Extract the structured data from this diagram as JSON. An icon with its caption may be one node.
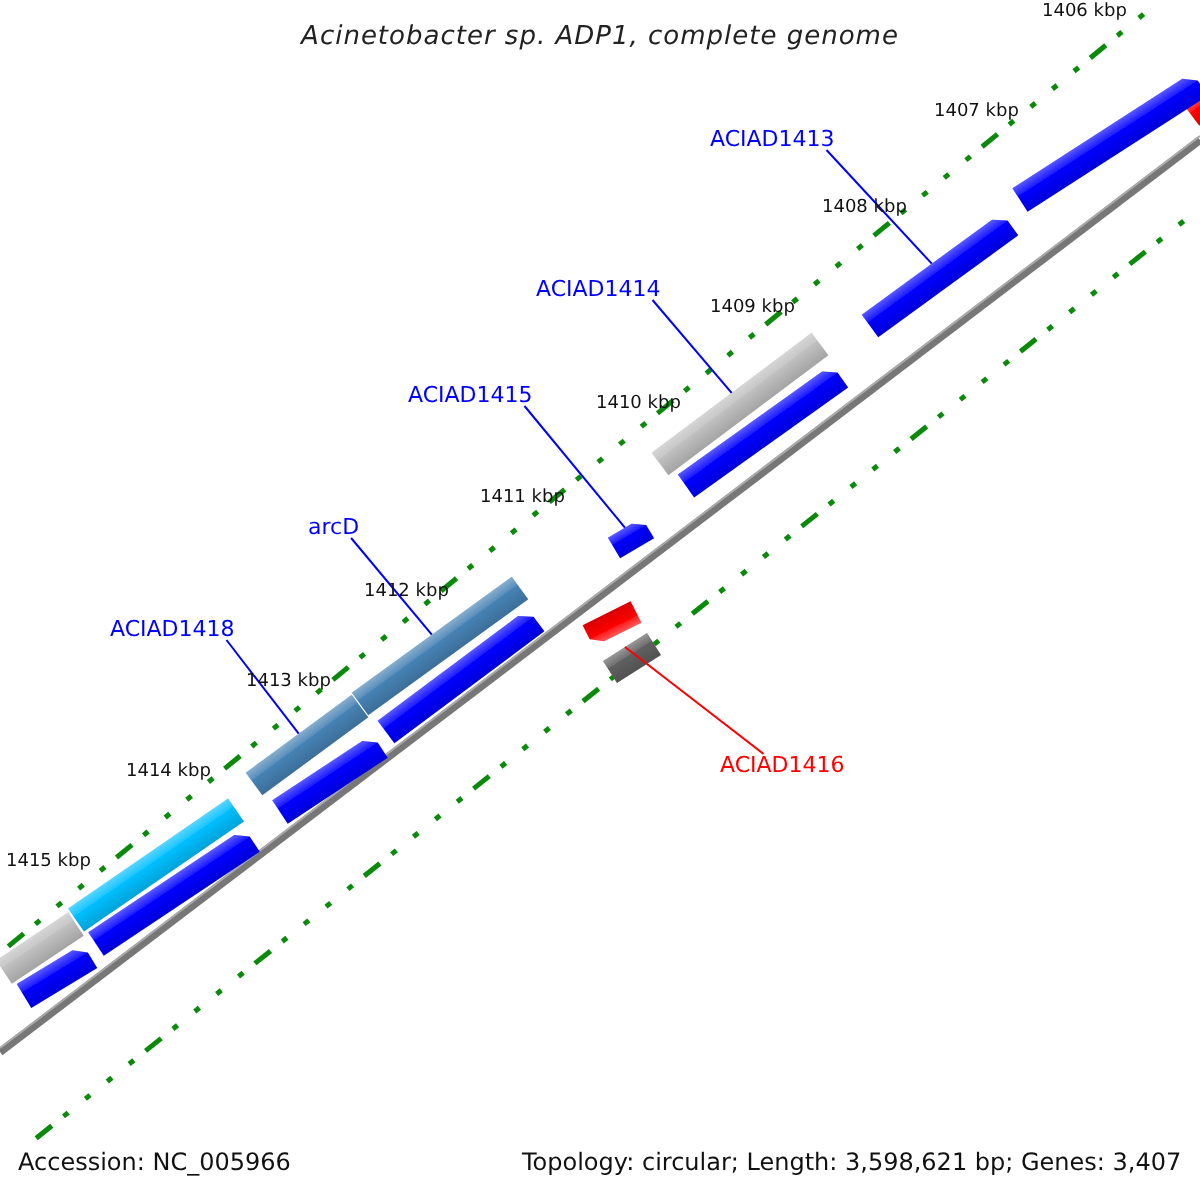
{
  "diagram": {
    "title": "Acinetobacter sp. ADP1, complete genome",
    "nodes": [
      {
        "text": [
          "ACIAD1413"
        ]
      },
      {
        "text": [],
        "shape": "bar"
      },
      {
        "text": [
          "ACIAD1414"
        ]
      },
      {
        "text": [],
        "shape": "bar"
      },
      {
        "text": [
          "ACIAD1415"
        ]
      },
      {
        "text": [],
        "shape": "bar"
      },
      {
        "text": [
          "arcD"
        ]
      },
      {
        "text": [],
        "shape": "bar"
      },
      {
        "text": [
          "ACIAD1418"
        ]
      },
      {
        "text": [],
        "shape": "bar"
      },
      {
        "text": [
          "ACIAD1416"
        ]
      },
      {
        "text": [],
        "shape": "bar"
      },
      {
        "text": [],
        "shape": "bar"
      },
      {
        "text": [],
        "shape": "bar"
      },
      {
        "text": [],
        "shape": "bar"
      },
      {
        "text": [],
        "shape": "bar"
      },
      {
        "text": [],
        "shape": "bar"
      },
      {
        "text": [],
        "shape": "bar"
      },
      {
        "text": [],
        "shape": "bar"
      },
      {
        "text": [],
        "shape": "bar"
      },
      {
        "text": [],
        "shape": "bar"
      },
      {
        "text": [],
        "shape": "bar"
      }
    ],
    "edges": [
      {
        "from": 0,
        "to": 1,
        "arrow": "none"
      },
      {
        "from": 2,
        "to": 3,
        "arrow": "none"
      },
      {
        "from": 4,
        "to": 5,
        "arrow": "none"
      },
      {
        "from": 6,
        "to": 7,
        "arrow": "none"
      },
      {
        "from": 8,
        "to": 9,
        "arrow": "none"
      },
      {
        "from": 10,
        "to": 11,
        "arrow": "none",
        "color": "#ff0000"
      }
    ],
    "labels": [
      "1406 kbp",
      "1407 kbp",
      "1408 kbp",
      "1409 kbp",
      "1410 kbp",
      "1411 kbp",
      "1412 kbp",
      "1413 kbp",
      "1414 kbp",
      "1415 kbp",
      "Accession: NC_005966",
      "Topology: circular; Length: 3,598,621 bp; Genes: 3,407"
    ]
  }
}
